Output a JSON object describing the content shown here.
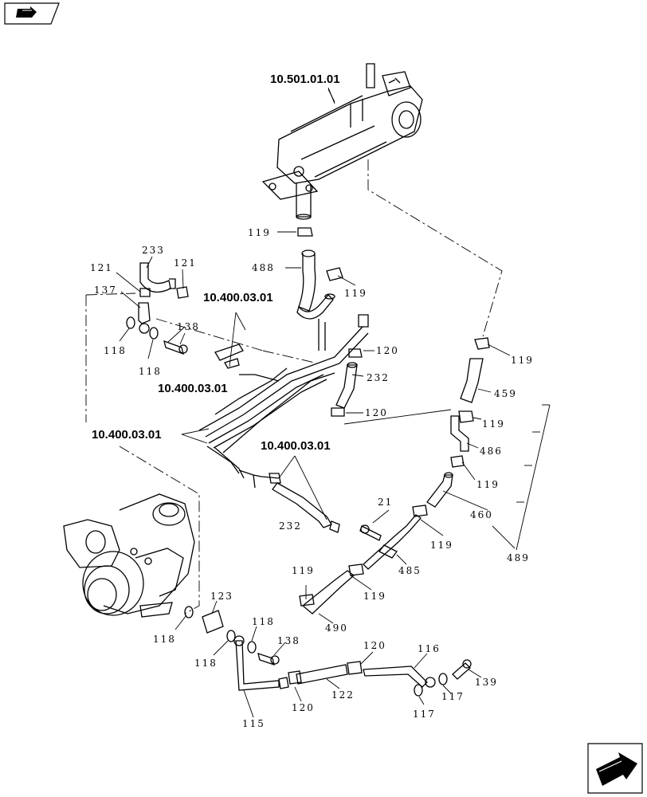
{
  "nav": {
    "top_icon": "previous-page-arrow-icon",
    "bottom_icon": "next-page-arrow-icon"
  },
  "refs": {
    "egr_cooler": "10.501.01.01",
    "ref_a": "10.400.03.01",
    "ref_b": "10.400.03.01",
    "ref_c": "10.400.03.01",
    "ref_d": "10.400.03.01"
  },
  "parts": {
    "p233": "233",
    "p121a": "121",
    "p121b": "121",
    "p137": "137",
    "p138a": "138",
    "p118a": "118",
    "p118b": "118",
    "p119a": "119",
    "p488": "488",
    "p119b": "119",
    "p120a": "120",
    "p232a": "232",
    "p120b": "120",
    "p119c": "119",
    "p459": "459",
    "p119d": "119",
    "p486": "486",
    "p119e": "119",
    "p460": "460",
    "p489": "489",
    "p21": "21",
    "p119f": "119",
    "p485": "485",
    "p119g": "119",
    "p119h": "119",
    "p490": "490",
    "p232b": "232",
    "p123": "123",
    "p118c": "118",
    "p118d": "118",
    "p118e": "118",
    "p138b": "138",
    "p120c": "120",
    "p122": "122",
    "p120d": "120",
    "p116": "116",
    "p139": "139",
    "p117a": "117",
    "p117b": "117",
    "p115": "115"
  }
}
